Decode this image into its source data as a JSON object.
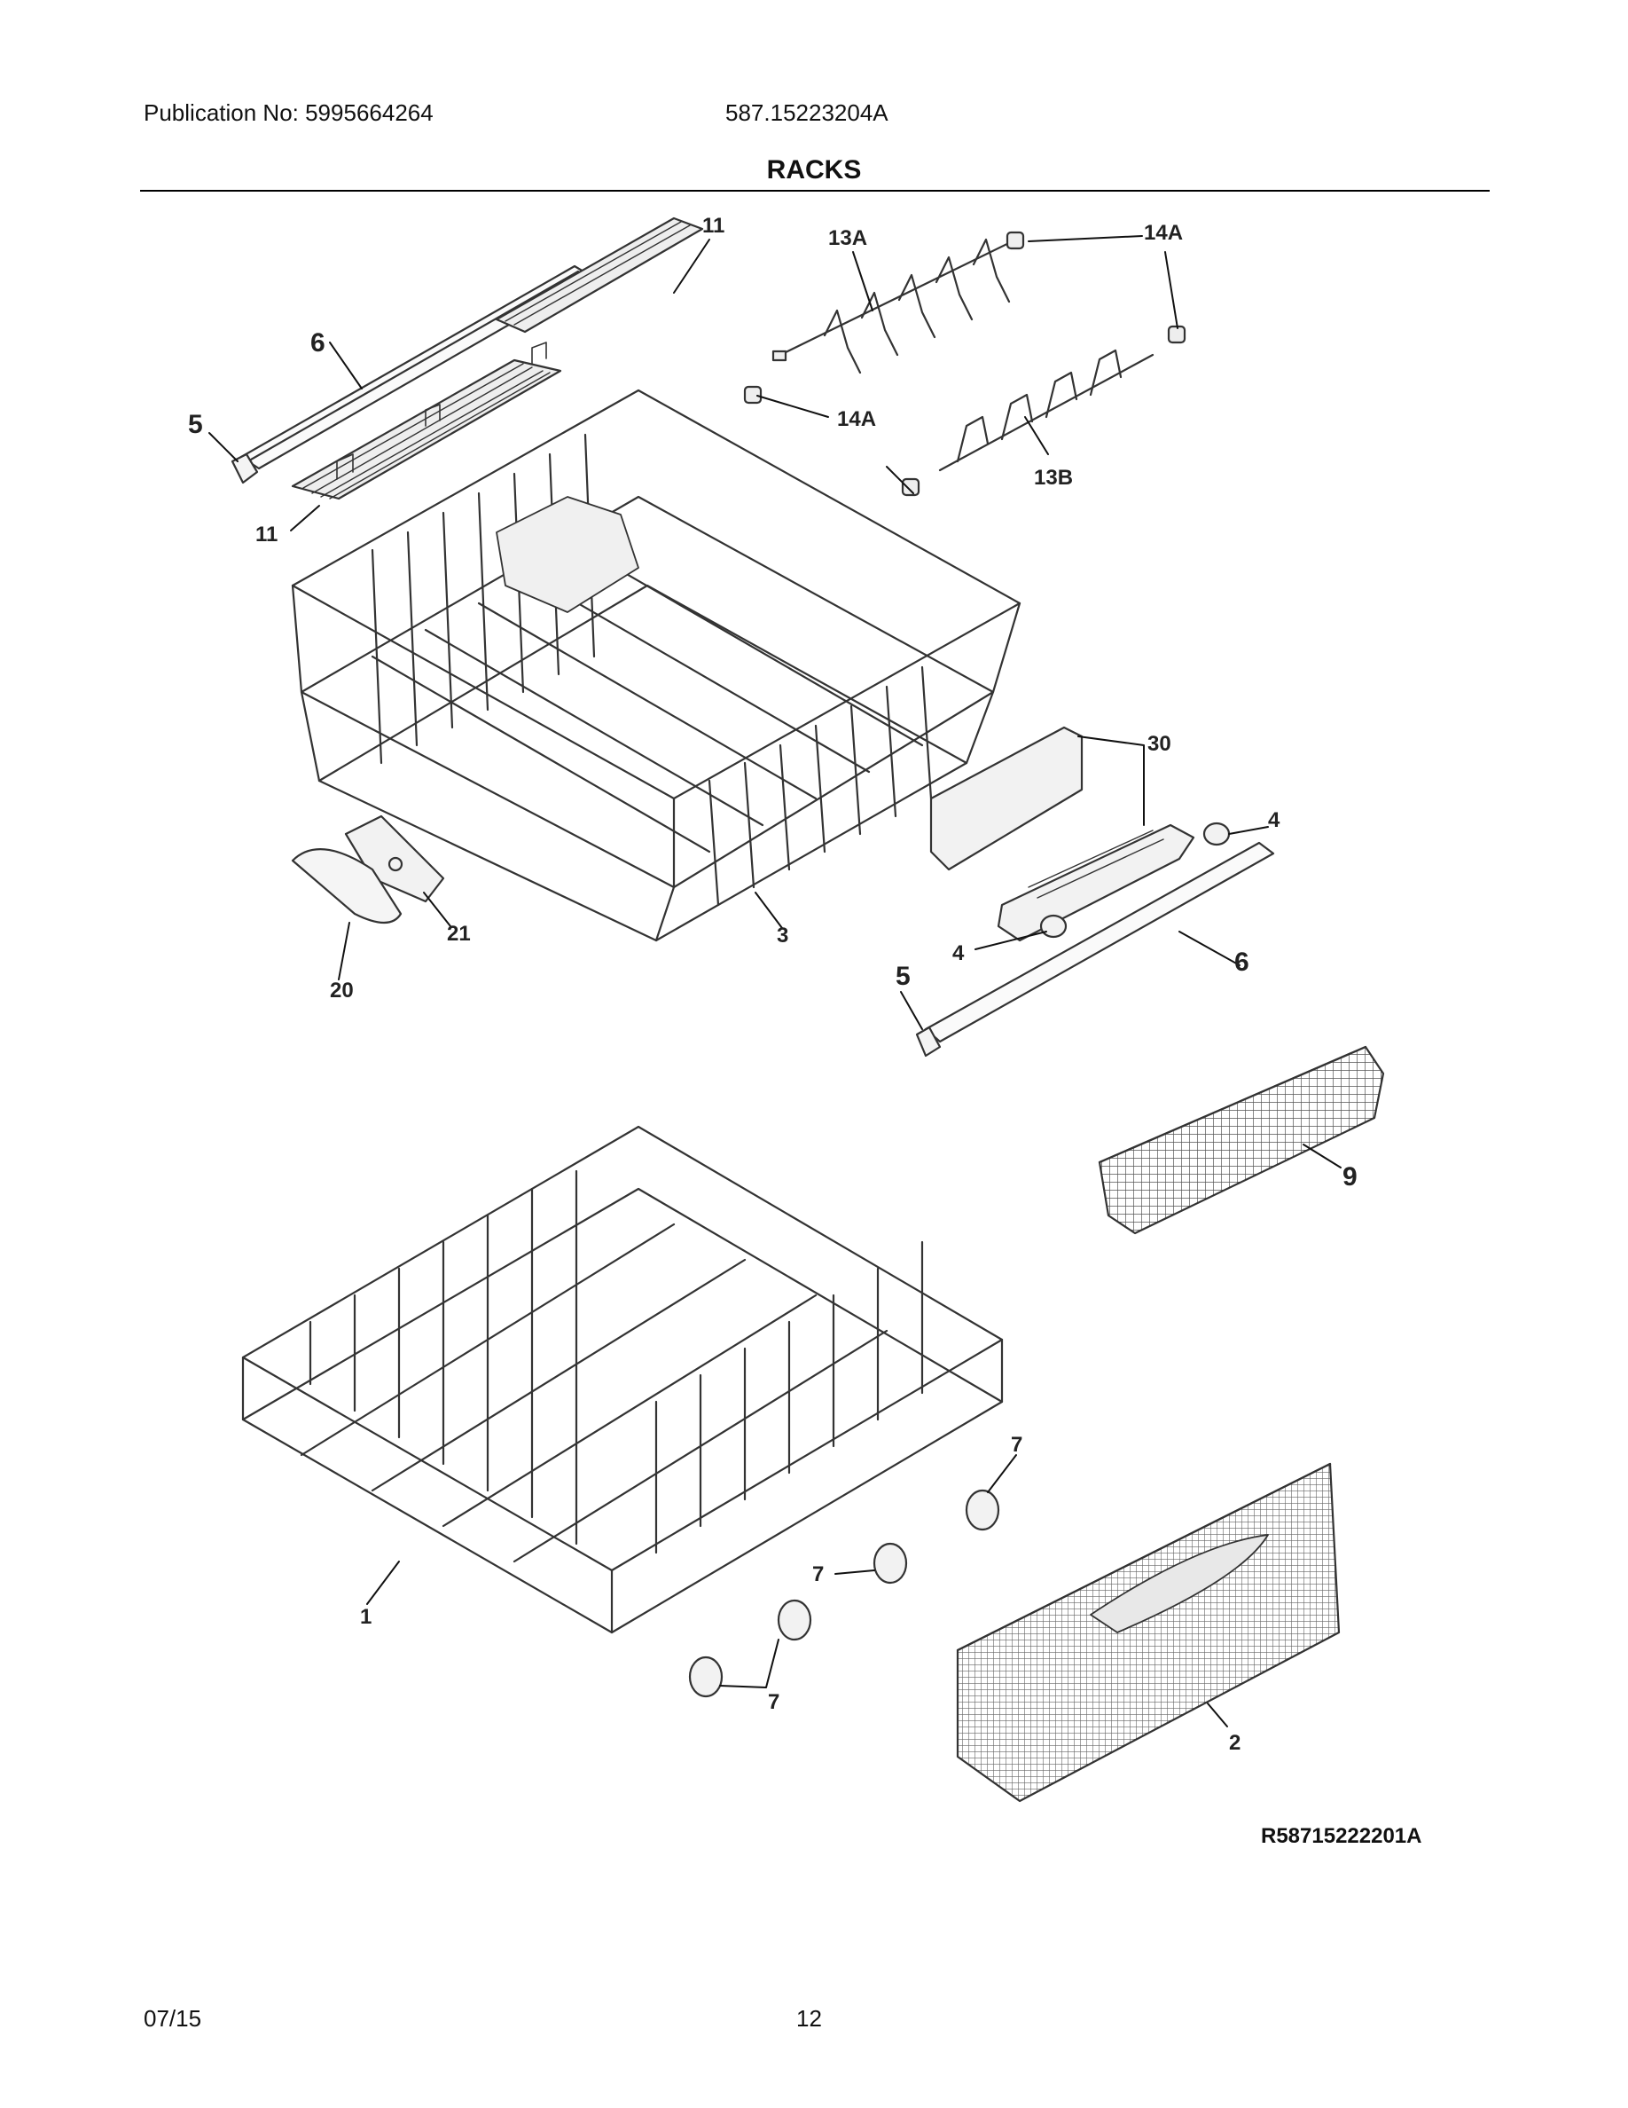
{
  "header": {
    "publication": "Publication No: 5995664264",
    "model": "587.15223204A",
    "title": "RACKS"
  },
  "figure_ref": "R58715222201A",
  "footer": {
    "date": "07/15",
    "page": "12"
  },
  "callouts": [
    {
      "id": "c11a",
      "text": "11"
    },
    {
      "id": "c13a",
      "text": "13A"
    },
    {
      "id": "c14a1",
      "text": "14A"
    },
    {
      "id": "c6a",
      "text": "6"
    },
    {
      "id": "c5a",
      "text": "5"
    },
    {
      "id": "c11b",
      "text": "11"
    },
    {
      "id": "c14a2",
      "text": "14A"
    },
    {
      "id": "c13b",
      "text": "13B"
    },
    {
      "id": "c30",
      "text": "30"
    },
    {
      "id": "c4a",
      "text": "4"
    },
    {
      "id": "c21",
      "text": "21"
    },
    {
      "id": "c3",
      "text": "3"
    },
    {
      "id": "c20",
      "text": "20"
    },
    {
      "id": "c4b",
      "text": "4"
    },
    {
      "id": "c5b",
      "text": "5"
    },
    {
      "id": "c6b",
      "text": "6"
    },
    {
      "id": "c9",
      "text": "9"
    },
    {
      "id": "c7a",
      "text": "7"
    },
    {
      "id": "c7b",
      "text": "7"
    },
    {
      "id": "c1",
      "text": "1"
    },
    {
      "id": "c7c",
      "text": "7"
    },
    {
      "id": "c2",
      "text": "2"
    }
  ]
}
